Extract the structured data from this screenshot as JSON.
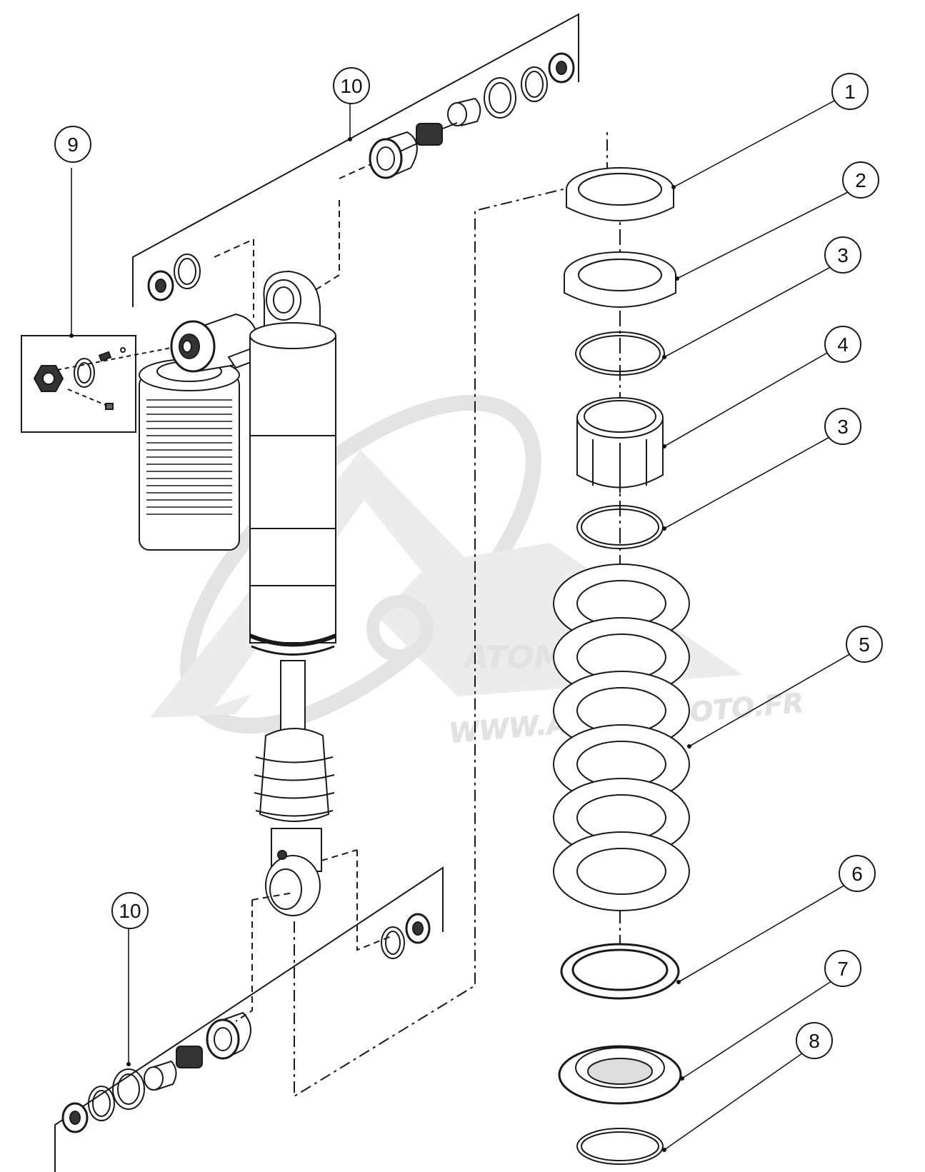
{
  "diagram": {
    "callouts": [
      {
        "id": "1",
        "label": "1"
      },
      {
        "id": "2",
        "label": "2"
      },
      {
        "id": "3a",
        "label": "3"
      },
      {
        "id": "4",
        "label": "4"
      },
      {
        "id": "3b",
        "label": "3"
      },
      {
        "id": "5",
        "label": "5"
      },
      {
        "id": "6",
        "label": "6"
      },
      {
        "id": "7",
        "label": "7"
      },
      {
        "id": "8",
        "label": "8"
      },
      {
        "id": "9",
        "label": "9"
      },
      {
        "id": "10a",
        "label": "10"
      },
      {
        "id": "10b",
        "label": "10"
      }
    ],
    "watermark": {
      "brand": "ATOMIC",
      "sub": "moto",
      "url": "WWW.ATOMICMOTO.FR"
    },
    "colors": {
      "line": "#1a1a1a",
      "watermark": "#e2e2e2"
    }
  }
}
